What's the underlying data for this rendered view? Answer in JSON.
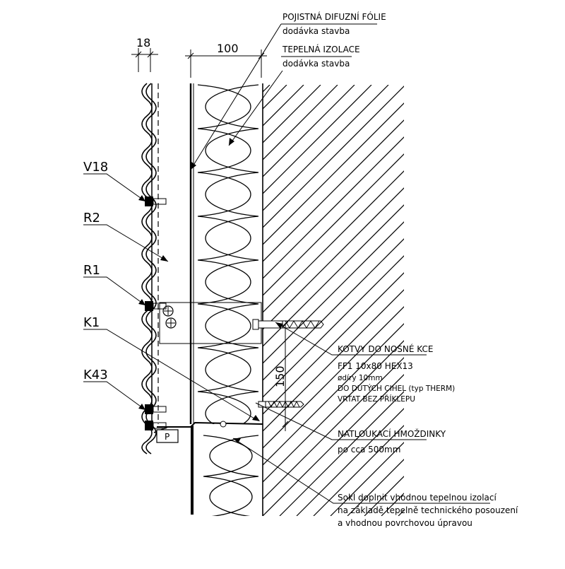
{
  "dimensions": {
    "width_label": "18",
    "insulation_label": "100",
    "vertical_label": "150"
  },
  "callouts": {
    "v18": "V18",
    "r2": "R2",
    "r1": "R1",
    "k1": "K1",
    "k43": "K43",
    "p_tag": "P"
  },
  "notes": {
    "foil_title": "POJISTNÁ DIFUZNÍ FÓLIE",
    "foil_sub": "dodávka stavba",
    "insulation_title": "TEPELNÁ IZOLACE",
    "insulation_sub": "dodávka stavba",
    "anchors_title": "KOTVY DO NOSNÉ KCE",
    "anchors_l1": "FF1 10x80 HEX13",
    "anchors_l2": "ødíry 10mm",
    "anchors_l3": "DO DUTÝCH CIHEL (typ THERM)",
    "anchors_l4": "VRTAT BEZ PŘÍKLEPU",
    "dowels_title": "NATLOUKACÍ HMOŽDINKY",
    "dowels_sub": "po cca 500mm",
    "plinth_l1": "Sokl doplnit vhodnou tepelnou izolací",
    "plinth_l2": "na základě tepelně technického posouzení",
    "plinth_l3": "a vhodnou povrchovou úpravou"
  }
}
